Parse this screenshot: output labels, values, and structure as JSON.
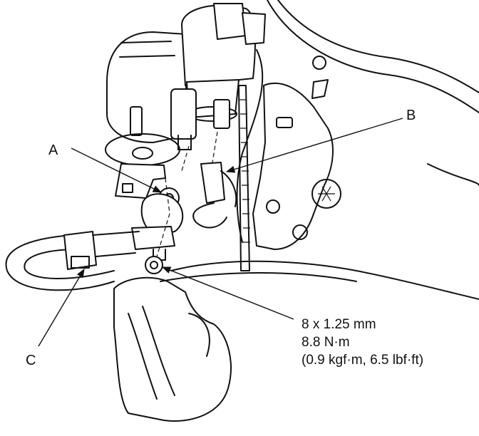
{
  "callouts": {
    "a": "A",
    "b": "B",
    "c": "C"
  },
  "spec": {
    "bolt_size": "8 x 1.25 mm",
    "torque_nm": "8.8 N·m",
    "torque_alt": "(0.9 kgf·m, 6.5 lbf·ft)"
  },
  "icons": [
    "engine-illustration",
    "arrow-head"
  ],
  "colors": {
    "ink": "#111111",
    "background": "#ffffff"
  }
}
